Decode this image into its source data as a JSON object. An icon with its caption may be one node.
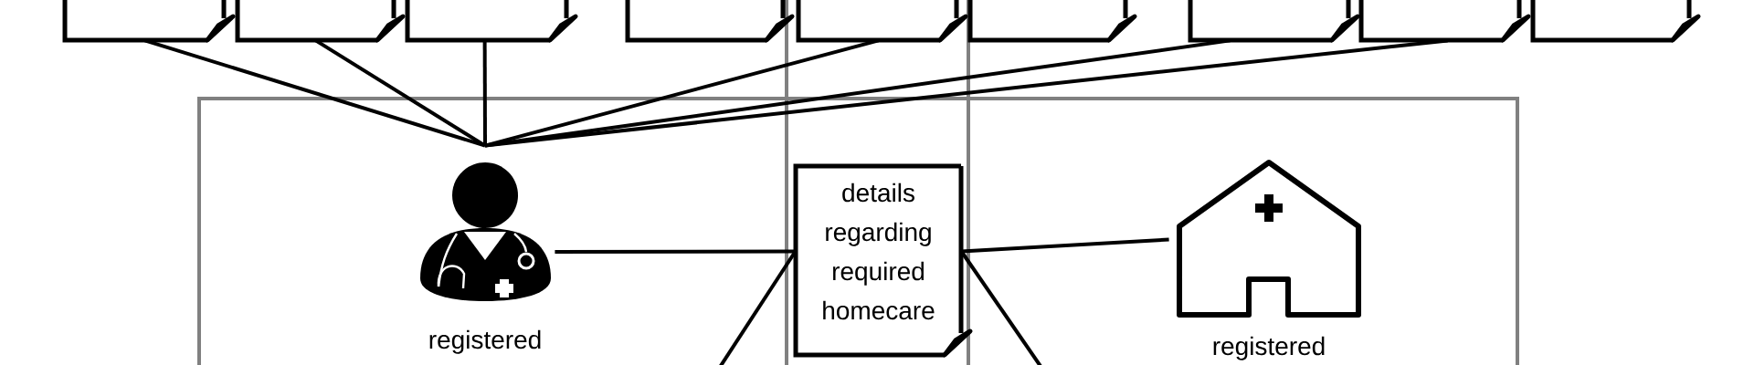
{
  "diagram": {
    "nodes": [
      {
        "text": [],
        "shape": "document"
      },
      {
        "text": [],
        "shape": "document"
      },
      {
        "text": [],
        "shape": "document"
      },
      {
        "text": [],
        "shape": "document"
      },
      {
        "text": [],
        "shape": "document"
      },
      {
        "text": [],
        "shape": "document"
      },
      {
        "text": [],
        "shape": "document"
      },
      {
        "text": [],
        "shape": "document"
      },
      {
        "text": [],
        "shape": "document"
      },
      {
        "text": [
          "registered"
        ]
      },
      {
        "text": [
          "details regarding required homecare"
        ]
      },
      {
        "text": [
          "registered"
        ]
      }
    ],
    "edges": [
      {
        "from": 0,
        "to": 9,
        "arrow": "none"
      },
      {
        "from": 1,
        "to": 9,
        "arrow": "none"
      },
      {
        "from": 2,
        "to": 9,
        "arrow": "none"
      },
      {
        "from": 4,
        "to": 9,
        "arrow": "none"
      },
      {
        "from": 6,
        "to": 9,
        "arrow": "none"
      },
      {
        "from": 7,
        "to": 9,
        "arrow": "none"
      },
      {
        "from": 9,
        "to": 10,
        "arrow": "none"
      },
      {
        "from": 11,
        "to": 10,
        "arrow": "none"
      },
      {
        "from": 10,
        "to": null,
        "arrow": "none"
      },
      {
        "from": 10,
        "to": null,
        "arrow": "none"
      }
    ]
  }
}
